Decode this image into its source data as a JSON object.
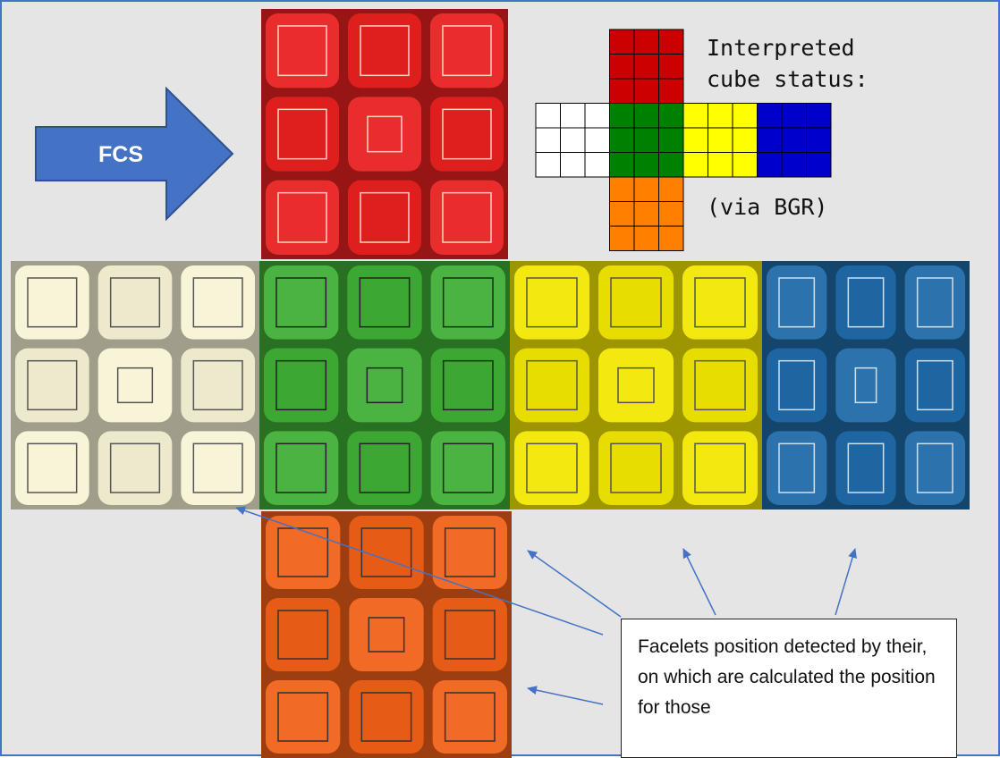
{
  "arrow": {
    "label": "FCS"
  },
  "status_panel": {
    "title_line1": "Interpreted",
    "title_line2": "cube status:",
    "note": "(via BGR)"
  },
  "net_colors": {
    "U": "#cc0000",
    "L": "#ffffff",
    "F": "#008000",
    "R": "#ffff00",
    "B": "#0000cc",
    "D": "#ff8000"
  },
  "face_colors": {
    "top": "#e8201e",
    "left": "#f6f3d6",
    "front": "#3fae35",
    "right": "#f2e600",
    "back": "#1f6aa8",
    "bottom": "#f06018"
  },
  "callout": {
    "text": "Facelets position detected by their, on which are calculated the position for those"
  }
}
